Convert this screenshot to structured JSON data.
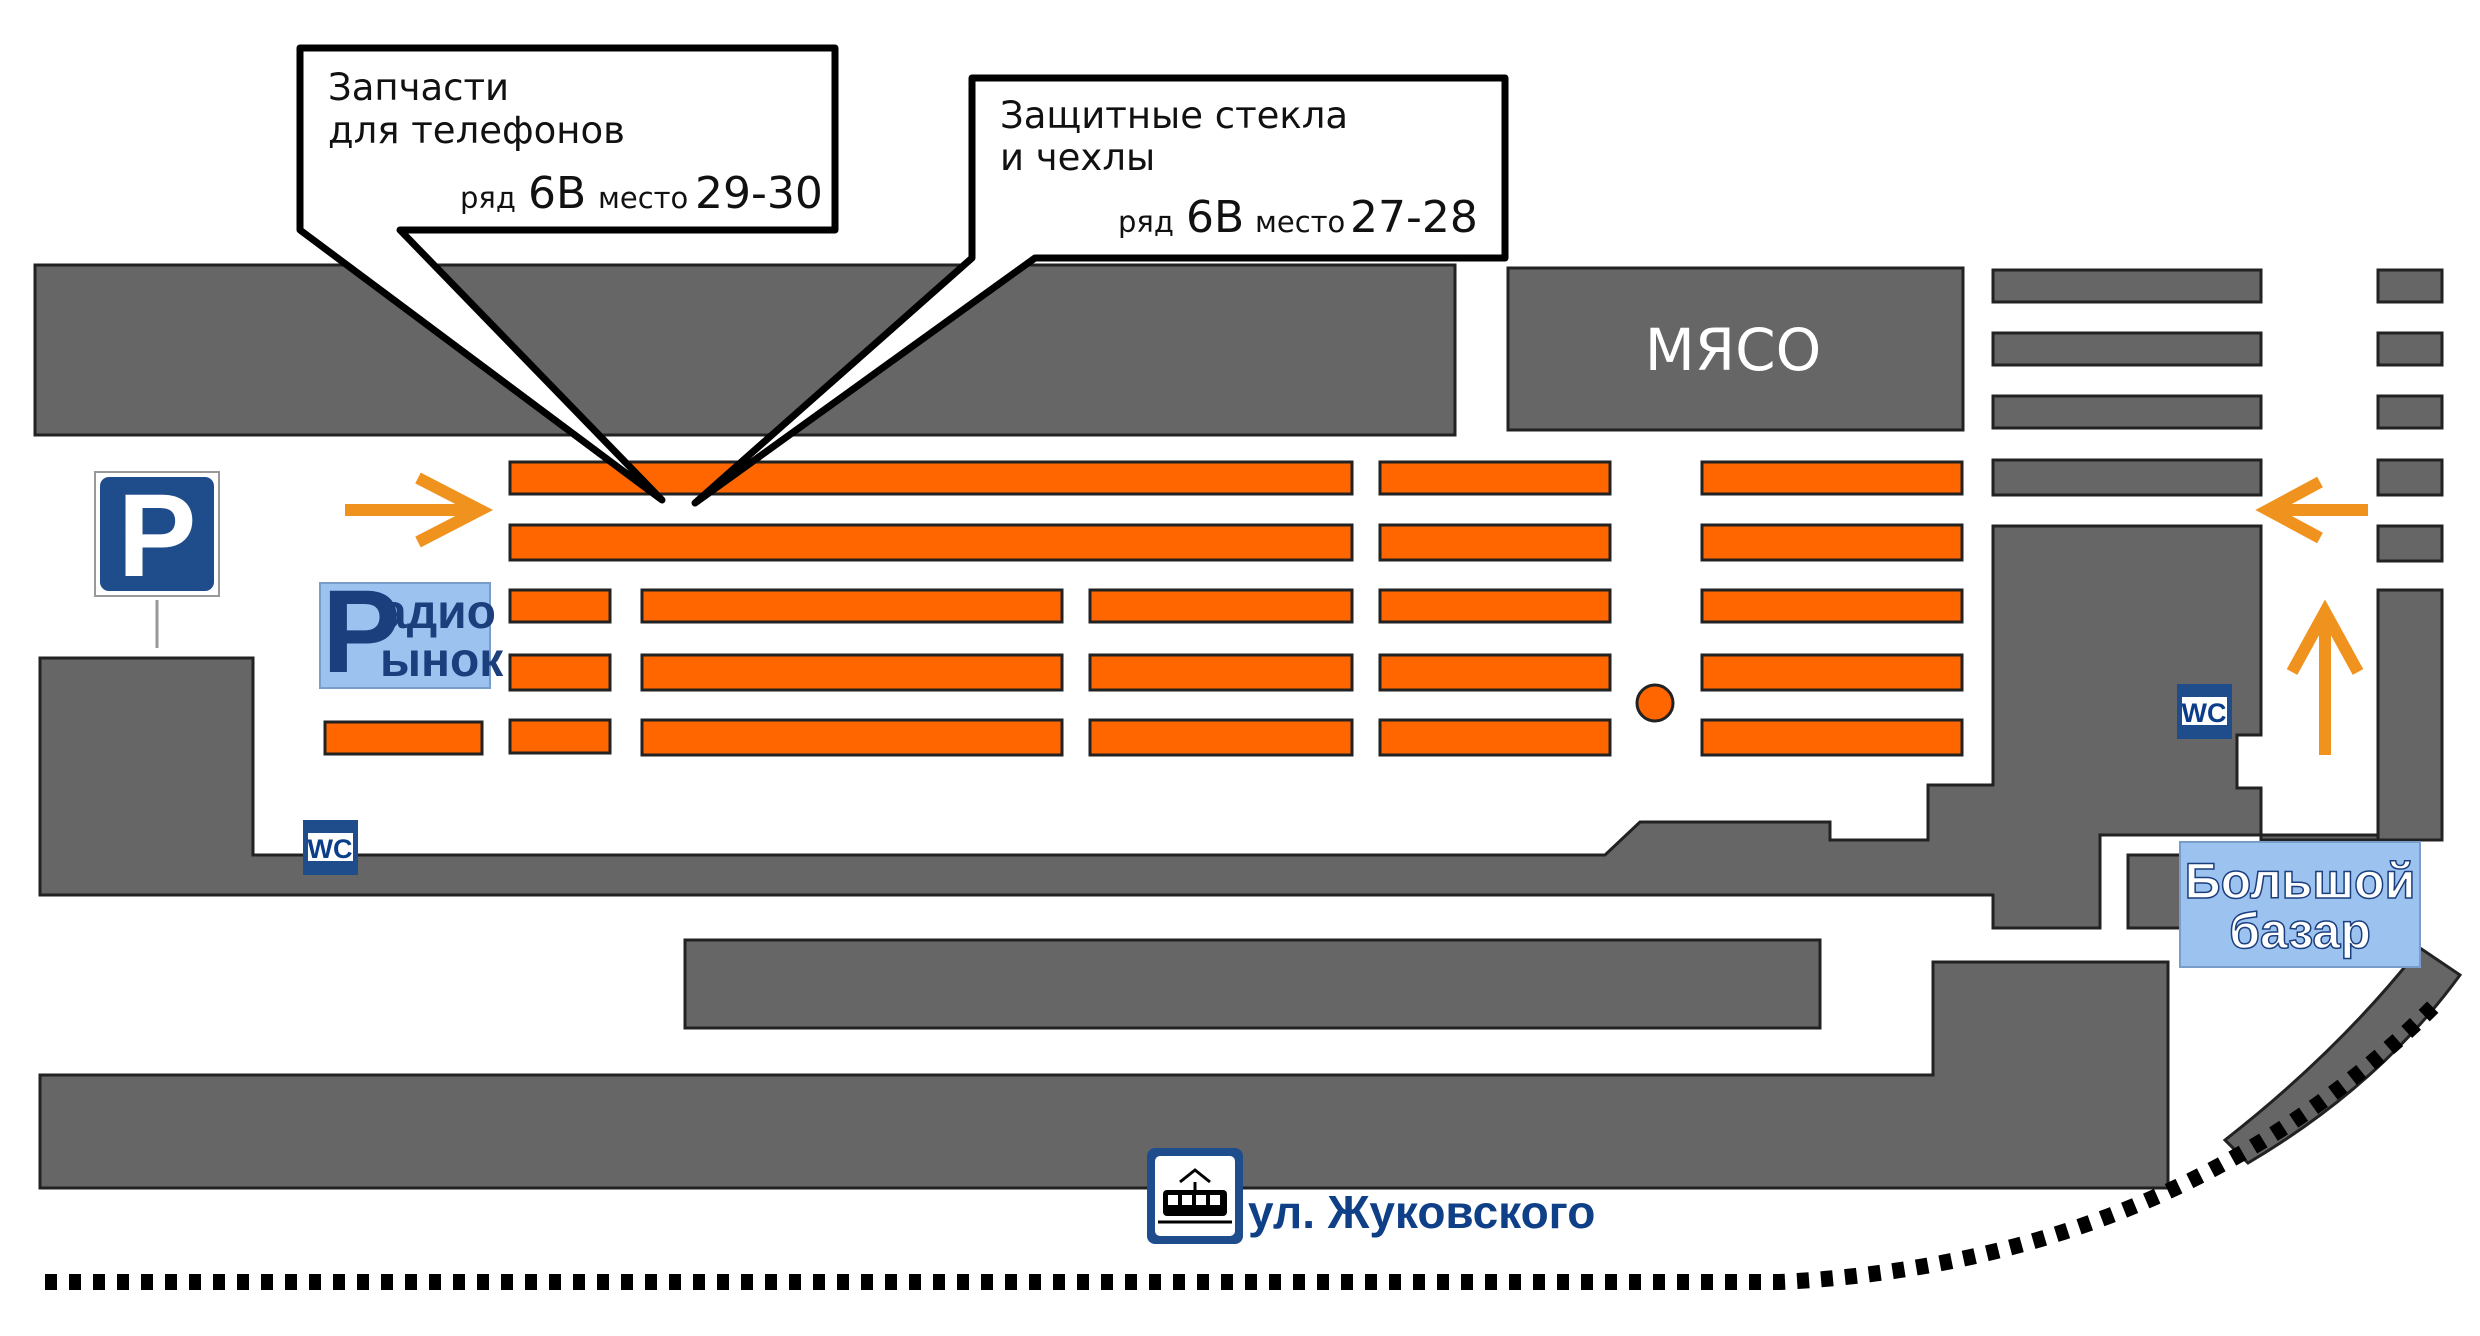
{
  "callouts": {
    "phone_parts": {
      "title_line1": "Запчасти",
      "title_line2": "для телефонов",
      "row_label": "ряд",
      "row_value": "6В",
      "place_label": "место",
      "place_value": "29-30"
    },
    "screen_glass": {
      "title_line1": "Защитные стекла",
      "title_line2": "и чехлы",
      "row_label": "ряд",
      "row_value": "6В",
      "place_label": "место",
      "place_value": "27-28"
    }
  },
  "labels": {
    "meat": "МЯСО",
    "radio_letter1": "Р",
    "radio_rest1": "адио",
    "radio_letter2": "Р",
    "radio_rest2": "ынок",
    "big_bazaar_line1": "Большой",
    "big_bazaar_line2": "базар",
    "street": "ул. Жуковского",
    "wc": "WC",
    "parking": "P"
  },
  "icons": {
    "parking": "parking-sign-icon",
    "tram": "tram-stop-icon",
    "wc": "wc-sign-icon",
    "arrows": "direction-arrow-icon"
  },
  "colors": {
    "building": "#666666",
    "stall": "#ff6600",
    "arrow": "#f0921e",
    "sign_blue": "#9cc3f0",
    "sign_blue_dark": "#1b3e7c",
    "parking_blue": "#1f4d8c"
  }
}
